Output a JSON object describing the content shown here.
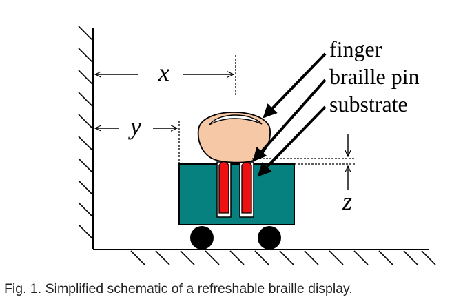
{
  "labels": {
    "x": "x",
    "y": "y",
    "z": "z",
    "finger": "finger",
    "braille_pin": "braille pin",
    "substrate": "substrate"
  },
  "caption": "Fig. 1. Simplified schematic of a refreshable braille display.",
  "colors": {
    "substrate_fill": "#078080",
    "pin_fill": "#ee1111",
    "finger_fill": "#f6c8a6",
    "wheel_fill": "#000000",
    "line": "#000000"
  }
}
